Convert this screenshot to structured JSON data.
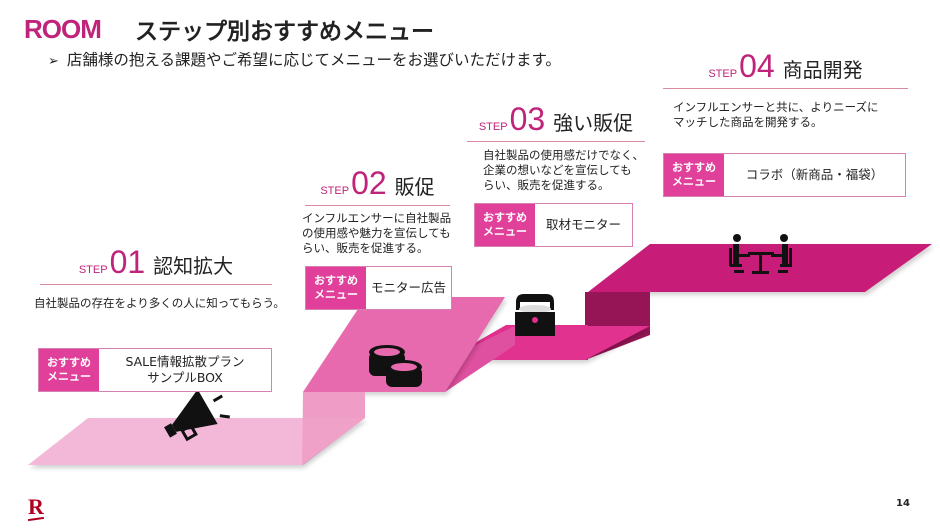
{
  "header": {
    "logo": "ROOM",
    "title": "ステップ別おすすめメニュー",
    "subtitle": "店舗様の抱える課題やご希望に応じてメニューをお選びいただけます。",
    "bullet_icon": "arrowhead-bullet"
  },
  "menu_tag_line1": "おすすめ",
  "menu_tag_line2": "メニュー",
  "steps": [
    {
      "label": "STEP",
      "number": "01",
      "name": "認知拡大",
      "description": [
        "自社製品の存在をより多くの人に知ってもらう。"
      ],
      "menu": [
        "SALE情報拡散プラン",
        "サンプルBOX"
      ],
      "icon": "megaphone-icon",
      "color": "#f3b8d8"
    },
    {
      "label": "STEP",
      "number": "02",
      "name": "販促",
      "description": [
        "インフルエンサーに自社製品",
        "の使用感や魅力を宣伝しても",
        "らい、販売を促進する。"
      ],
      "menu": [
        "モニター広告"
      ],
      "icon": "coins-icon",
      "color": "#e86aae"
    },
    {
      "label": "STEP",
      "number": "03",
      "name": "強い販促",
      "description": [
        "自社製品の使用感だけでなく、",
        "企業の想いなどを宣伝しても",
        "らい、販売を促進する。"
      ],
      "menu": [
        "取材モニター"
      ],
      "icon": "treasure-chest-icon",
      "color": "#e0308e"
    },
    {
      "label": "STEP",
      "number": "04",
      "name": "商品開発",
      "description": [
        "インフルエンサーと共に、よりニーズに",
        "マッチした商品を開発する。"
      ],
      "menu": [
        "コラボ（新商品・福袋）"
      ],
      "icon": "meeting-icon",
      "color": "#c71f77"
    }
  ],
  "footer": {
    "brand_mark": "R",
    "page_number": "14"
  }
}
